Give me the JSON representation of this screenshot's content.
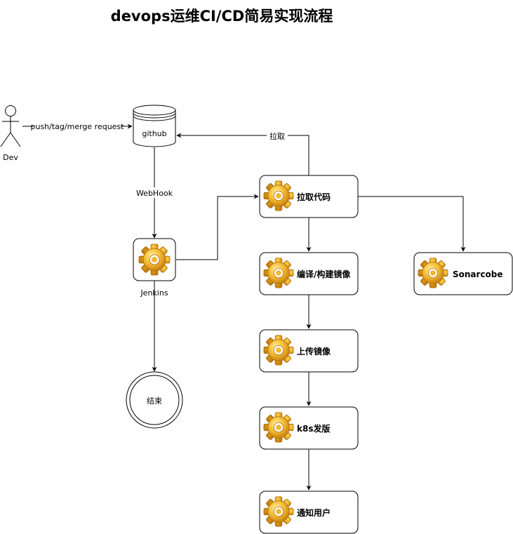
{
  "title": "devops运维CI/CD简易实现流程",
  "actor": {
    "label": "Dev"
  },
  "repo": {
    "label": "github"
  },
  "jenkins": {
    "label": "Jenkins"
  },
  "end": {
    "label": "结束"
  },
  "edges": {
    "push": "push/tag/merge request",
    "webhook": "WebHook",
    "pull": "拉取"
  },
  "steps": [
    {
      "label": "拉取代码",
      "icon": "gear-icon"
    },
    {
      "label": "编译/构建镜像",
      "icon": "gear-icon"
    },
    {
      "label": "上传镜像",
      "icon": "gear-icon"
    },
    {
      "label": "k8s发版",
      "icon": "gear-icon"
    },
    {
      "label": "通知用户",
      "icon": "gear-icon"
    },
    {
      "label": "Sonarcobe",
      "icon": "gear-icon"
    }
  ]
}
